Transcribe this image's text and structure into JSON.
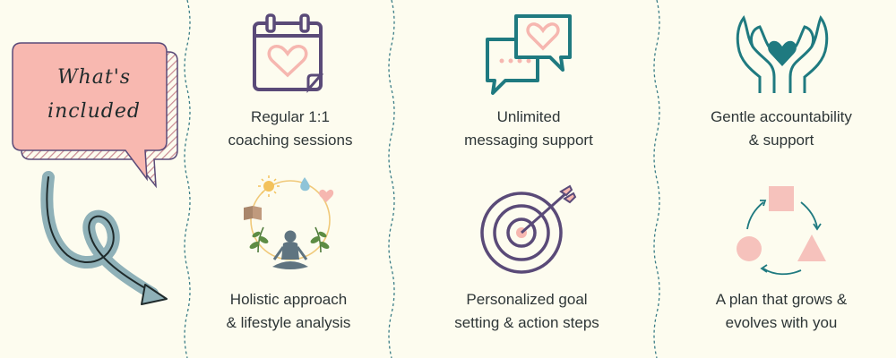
{
  "bubble": {
    "line1": "What's",
    "line2": "included"
  },
  "features": [
    {
      "icon": "calendar-heart-icon",
      "line1": "Regular 1:1",
      "line2": "coaching sessions"
    },
    {
      "icon": "chat-bubbles-heart-icon",
      "line1": "Unlimited",
      "line2": "messaging support"
    },
    {
      "icon": "hands-heart-icon",
      "line1": "Gentle accountability",
      "line2": "& support"
    },
    {
      "icon": "meditation-wheel-icon",
      "line1": "Holistic approach",
      "line2": "& lifestyle analysis"
    },
    {
      "icon": "target-arrow-icon",
      "line1": "Personalized goal",
      "line2": "setting & action steps"
    },
    {
      "icon": "shapes-cycle-icon",
      "line1": "A plan that grows &",
      "line2": "evolves with you"
    }
  ],
  "colors": {
    "background": "#fdfcef",
    "teal": "#1f7a80",
    "purple": "#5a4a78",
    "pink": "#f6b7b0",
    "bubble_fill": "#f8b8b0",
    "arrow_blue": "#8fb1b8",
    "divider": "#3a7d86"
  }
}
